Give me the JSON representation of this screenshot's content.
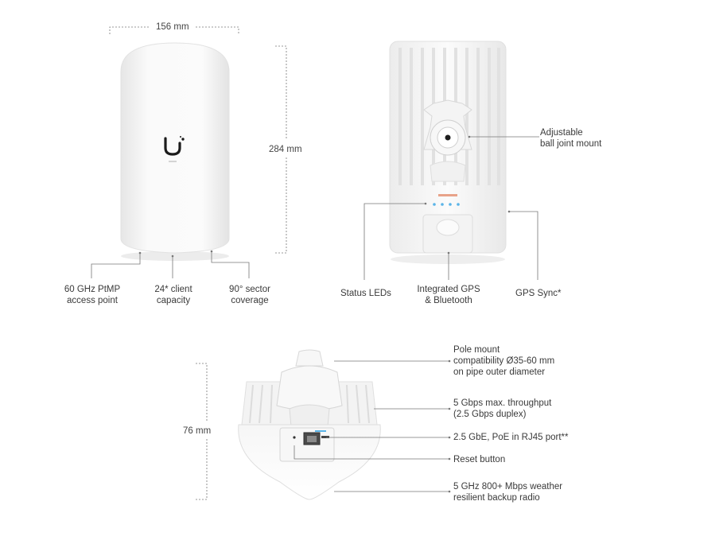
{
  "front_view": {
    "dim_width": "156 mm",
    "dim_height": "284 mm",
    "callouts": [
      {
        "line1": "60 GHz PtMP",
        "line2": "access point"
      },
      {
        "line1": "24* client",
        "line2": "capacity"
      },
      {
        "line1": "90° sector",
        "line2": "coverage"
      }
    ]
  },
  "back_view": {
    "callouts": [
      {
        "line1": "Adjustable",
        "line2": "ball joint mount"
      },
      {
        "line1": "Status LEDs",
        "line2": ""
      },
      {
        "line1": "Integrated GPS",
        "line2": "& Bluetooth"
      },
      {
        "line1": "GPS Sync*",
        "line2": ""
      }
    ],
    "led_color": "#5ab4e8"
  },
  "bottom_view": {
    "dim_height": "76 mm",
    "callouts": [
      {
        "line1": "Pole mount",
        "line2": "compatibility Ø35-60 mm",
        "line3": "on pipe outer diameter"
      },
      {
        "line1": "5 Gbps max. throughput",
        "line2": "(2.5 Gbps duplex)"
      },
      {
        "line1": "2.5 GbE, PoE in RJ45 port**",
        "line2": ""
      },
      {
        "line1": "Reset button",
        "line2": ""
      },
      {
        "line1": "5 GHz 800+ Mbps weather",
        "line2": "resilient backup radio"
      }
    ]
  }
}
